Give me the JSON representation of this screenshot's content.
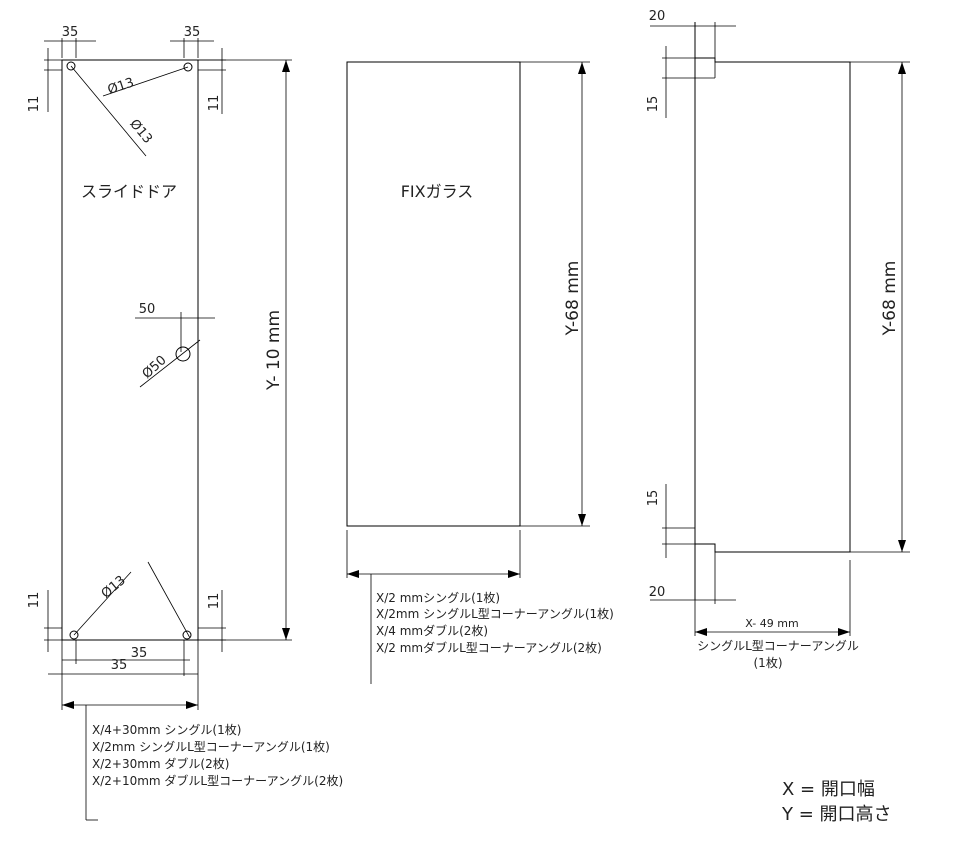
{
  "slide_door": {
    "title": "スライドドア",
    "dims": {
      "top_left_35": "35",
      "top_right_35": "35",
      "left_11_top": "11",
      "right_11_top": "11",
      "hole_13_a": "Ø13",
      "hole_13_b": "Ø13",
      "center_50": "50",
      "center_hole": "Ø50",
      "height": "Y- 10 mm",
      "left_11_bottom": "11",
      "right_11_bottom": "11",
      "hole_13_c": "Ø13",
      "bottom_35_a": "35",
      "bottom_35_b": "35"
    },
    "notes": [
      "X/4+30mm シングル(1枚)",
      "X/2mm シングルL型コーナーアングル(1枚)",
      "X/2+30mm ダブル(2枚)",
      "X/2+10mm ダブルL型コーナーアングル(2枚)"
    ]
  },
  "fix_glass": {
    "title": "FIXガラス",
    "height": "Y-68 mm",
    "notes": [
      "X/2 mmシングル(1枚)",
      "X/2mm シングルL型コーナーアングル(1枚)",
      "X/4 mmダブル(2枚)",
      "X/2 mmダブルL型コーナーアングル(2枚)"
    ]
  },
  "corner_angle": {
    "dims": {
      "top_20": "20",
      "top_15": "15",
      "bottom_15": "15",
      "bottom_20": "20",
      "width": "X- 49 mm",
      "height": "Y-68 mm"
    },
    "caption_line1": "シングルL型コーナーアングル",
    "caption_line2": "(1枚)"
  },
  "legend": {
    "x": "X = 開口幅",
    "y": "Y = 開口高さ"
  }
}
